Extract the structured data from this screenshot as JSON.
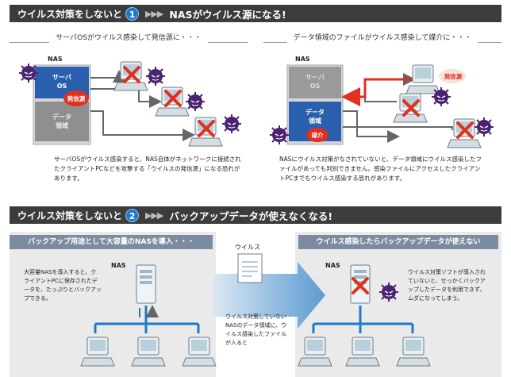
{
  "section1": {
    "lead": "ウイルス対策をしないと",
    "number": "1",
    "arrows": "▶▶▶",
    "tail": "NASがウイルス源になる!"
  },
  "left_panel": {
    "caption": "サーバOSがウイルス感染して発信源に・・・",
    "nas_label": "NAS",
    "os_block": "サーバ\nOS",
    "data_block": "データ\n領域",
    "badge": "発信源",
    "description": "サーバOSがウイルス感染すると、NAS自体がネットワークに接続されたクライアントPCなどを攻撃する「ウイルスの発信源」になる恐れがあります。"
  },
  "right_panel": {
    "caption": "データ領域のファイルがウイルス感染して媒介に・・・",
    "nas_label": "NAS",
    "os_block": "サーバ\nOS",
    "data_block": "データ\n領域",
    "badge_media": "媒介",
    "badge_source": "発信源",
    "description": "NASにウイルス対策がなされていないと、データ領域にウイルス感染したファイルがあっても判別できません。感染ファイルにアクセスしたクライアントPCまでもウイルス感染する恐れがあります。"
  },
  "section2": {
    "lead": "ウイルス対策をしないと",
    "number": "2",
    "arrows": "▶▶▶",
    "tail": "バックアップデータが使えなくなる!"
  },
  "bottom_left": {
    "header": "バックアップ用途として大容量のNASを導入・・・",
    "nas_label": "NAS",
    "text": "大容量NASを導入すると、クライアントPCに保存されたデータを、たっぷりとバックアップできる。"
  },
  "middle": {
    "virus_label": "ウイルス",
    "text": "ウイルス対策していないNASのデータ領域に、ウイルス感染したファイルが入ると"
  },
  "bottom_right": {
    "header": "ウイルス感染したらバックアップデータが使えない",
    "nas_label": "NAS",
    "text": "ウイルス対策ソフトが導入されていないと、せっかくバックアップしたデータを利用できず、ムダになってしまう。"
  },
  "colors": {
    "banner": "#3c3c3c",
    "accent_blue": "#1f79c7",
    "virus_purple": "#4a2470",
    "alert_red": "#e0301e",
    "os_blue": "#2a5fae"
  }
}
